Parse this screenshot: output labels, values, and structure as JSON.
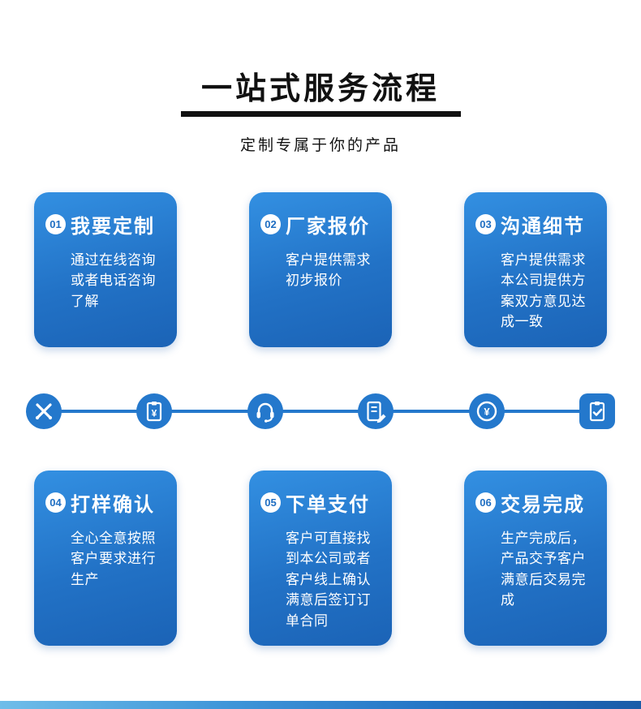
{
  "page": {
    "title": "一站式服务流程",
    "subtitle": "定制专属于你的产品"
  },
  "cards": [
    {
      "number": "01",
      "title": "我要定制",
      "body": "通过在线咨询或者电话咨询了解"
    },
    {
      "number": "02",
      "title": "厂家报价",
      "body": "客户提供需求初步报价"
    },
    {
      "number": "03",
      "title": "沟通细节",
      "body": "客户提供需求本公司提供方案双方意见达成一致"
    },
    {
      "number": "04",
      "title": "打样确认",
      "body": "全心全意按照客户要求进行生产"
    },
    {
      "number": "05",
      "title": "下单支付",
      "body": "客户可直接找到本公司或者客户线上确认满意后签订订单合同"
    },
    {
      "number": "06",
      "title": "交易完成",
      "body": "生产完成后，产品交予客户满意后交易完成"
    }
  ],
  "process_icons": [
    {
      "name": "crossed-pens-icon"
    },
    {
      "name": "clipboard-yen-icon",
      "glyph": "¥"
    },
    {
      "name": "headset-icon"
    },
    {
      "name": "document-edit-icon"
    },
    {
      "name": "yen-coin-icon",
      "glyph": "¥"
    },
    {
      "name": "clipboard-check-icon"
    }
  ],
  "colors": {
    "card_blue_top": "#3390e2",
    "card_blue_bottom": "#1b63b6",
    "node_blue": "#2478cc",
    "title_black": "#111111"
  }
}
